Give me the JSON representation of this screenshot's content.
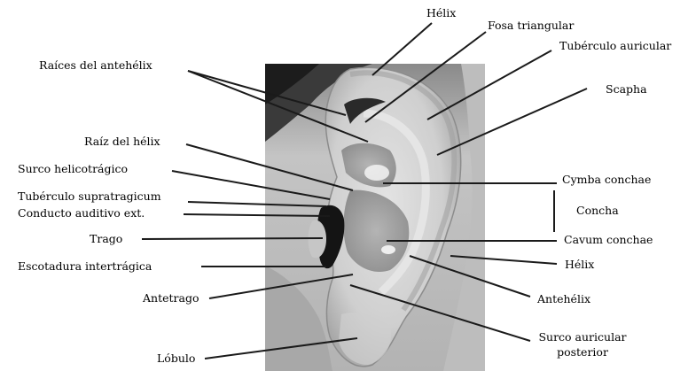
{
  "labels": {
    "helix_top": "Hélix",
    "fosa_triangular": "Fosa triangular",
    "tuberculo_auricular": "Tubérculo auricular",
    "raices_antehelix": "Raíces del antehélix",
    "scapha": "Scapha",
    "raiz_helix": "Raíz del hélix",
    "surco_helicotragico": "Surco helicotrágico",
    "tuberculo_supratragicum": "Tubérculo supratragicum",
    "conducto_auditivo": "Conducto auditivo ext.",
    "cymba_conchae": "Cymba conchae",
    "concha": "Concha",
    "cavum_conchae": "Cavum conchae",
    "trago": "Trago",
    "escotadura_intertragica": "Escotadura intertrágica",
    "helix_lower": "Hélix",
    "antetrago": "Antetrago",
    "antehelix": "Antehélix",
    "surco_auricular_1": "Surco auricular",
    "surco_auricular_2": "posterior",
    "lobulo": "Lóbulo"
  },
  "colors": {
    "line": "#1a1a1a",
    "photo_bg": "#b9b9b9",
    "ear": "#d2d2d2"
  }
}
